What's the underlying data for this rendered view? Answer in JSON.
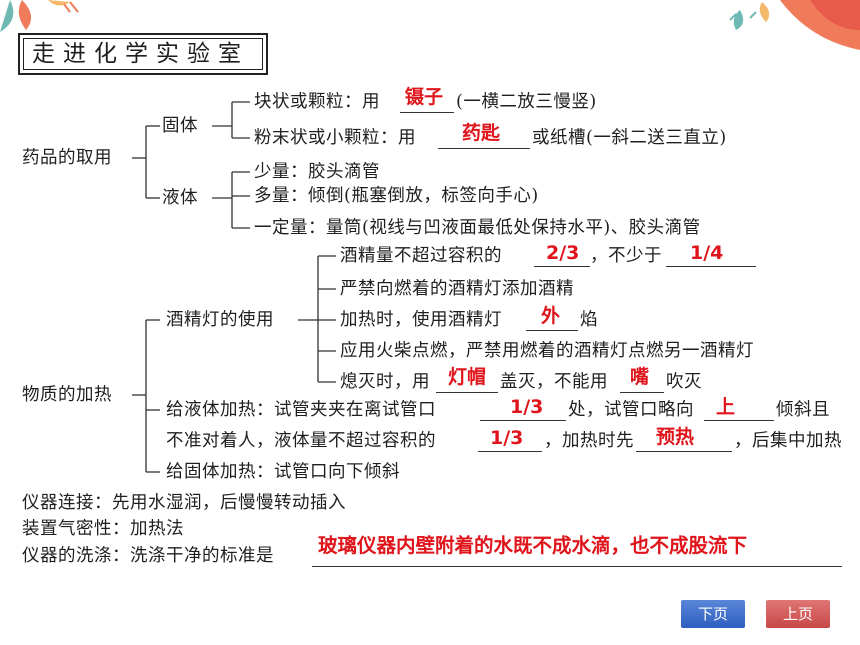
{
  "title": "走进化学实验室",
  "retrieval": {
    "root": "药品的取用",
    "solid": "固体",
    "solid_block": "块状或颗粒：用",
    "solid_block_answer": "镊子",
    "solid_block_note": "(一横二放三慢竖)",
    "solid_powder": "粉末状或小颗粒：用",
    "solid_powder_answer": "药匙",
    "solid_powder_note": "或纸槽(一斜二送三直立)",
    "liquid": "液体",
    "liquid_small": "少量：胶头滴管",
    "liquid_large": "多量：倾倒(瓶塞倒放，标签向手心)",
    "liquid_fixed": "一定量：量筒(视线与凹液面最低处保持水平)、胶头滴管"
  },
  "heating": {
    "root": "物质的加热",
    "lamp": "酒精灯的使用",
    "lamp_1a": "酒精量不超过容积的",
    "lamp_1_ans_a": "2/3",
    "lamp_1b": "，不少于",
    "lamp_1_ans_b": "1/4",
    "lamp_2": "严禁向燃着的酒精灯添加酒精",
    "lamp_3a": "加热时，使用酒精灯",
    "lamp_3_ans": "外",
    "lamp_3b": "焰",
    "lamp_4": "应用火柴点燃，严禁用燃着的酒精灯点燃另一酒精灯",
    "lamp_5a": "熄灭时，用",
    "lamp_5_ans_a": "灯帽",
    "lamp_5b": "盖灭，不能用",
    "lamp_5_ans_b": "嘴",
    "lamp_5c": "吹灭",
    "liquid_1a": "给液体加热：试管夹夹在离试管口",
    "liquid_1_ans_a": "1/3",
    "liquid_1b": "处，试管口略向",
    "liquid_1_ans_b": "上",
    "liquid_1c": "倾斜且",
    "liquid_2a": "不准对着人，液体量不超过容积的",
    "liquid_2_ans_a": "1/3",
    "liquid_2b": "，加热时先",
    "liquid_2_ans_b": "预热",
    "liquid_2c": "，后集中加热",
    "solid_heat": "给固体加热：试管口向下倾斜"
  },
  "connect": "仪器连接：先用水湿润，后慢慢转动插入",
  "airtight": "装置气密性：加热法",
  "washing": "仪器的洗涤：洗涤干净的标准是",
  "washing_answer": "玻璃仪器内壁附着的水既不成水滴，也不成股流下",
  "nav": {
    "next": "下页",
    "prev": "上页"
  },
  "colors": {
    "answer": "#e0141b",
    "next_button": "#3a68c8",
    "prev_button": "#d05a5a"
  }
}
